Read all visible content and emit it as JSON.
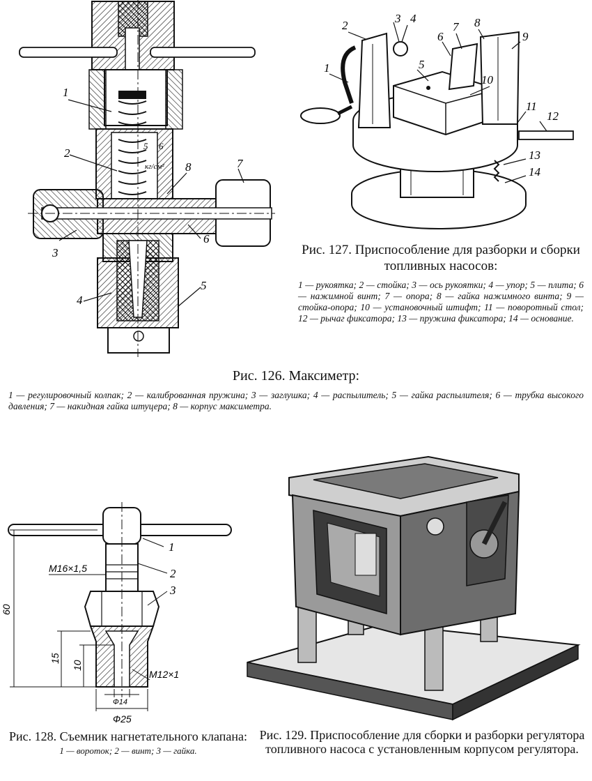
{
  "fig126": {
    "title": "Рис. 126. Максиметр:",
    "legend": "1 — регулировочный колпак; 2 — калиброванная пружина; 3 — заглушка; 4 — распылитель; 5 — гайка распылителя; 6 — трубка высокого давления; 7 — накидная гайка штуцера; 8 — корпус максиметра.",
    "labels": [
      "1",
      "2",
      "3",
      "4",
      "5",
      "6",
      "7",
      "8",
      "5",
      "6"
    ],
    "scale_text": "кг/см²"
  },
  "fig127": {
    "title": "Рис. 127. Приспособление для разборки и сборки топливных насосов:",
    "legend": "1 — рукоятка; 2 — стойка; 3 — ось рукоятки; 4 — упор; 5 — плита; 6 — нажимной винт; 7 — опора; 8 — гайка нажимного винта; 9 — стойка-опора; 10 — установочный штифт; 11 — поворотный стол; 12 — рычаг фиксатора; 13 — пружина фиксатора; 14 — основание.",
    "labels": [
      "1",
      "2",
      "3",
      "4",
      "5",
      "6",
      "7",
      "8",
      "9",
      "10",
      "11",
      "12",
      "13",
      "14"
    ]
  },
  "fig128": {
    "title": "Рис. 128. Съемник нагнетательного клапана:",
    "legend": "1 — вороток; 2 — винт; 3 — гайка.",
    "labels": [
      "1",
      "2",
      "3"
    ],
    "dims": [
      "M16×1,5",
      "60",
      "15",
      "10",
      "M12×1",
      "Ф14",
      "Ф25"
    ]
  },
  "fig129": {
    "title": "Рис. 129. Приспособление для сборки и разборки регулятора топливного насоса с установленным корпусом регулятора."
  }
}
